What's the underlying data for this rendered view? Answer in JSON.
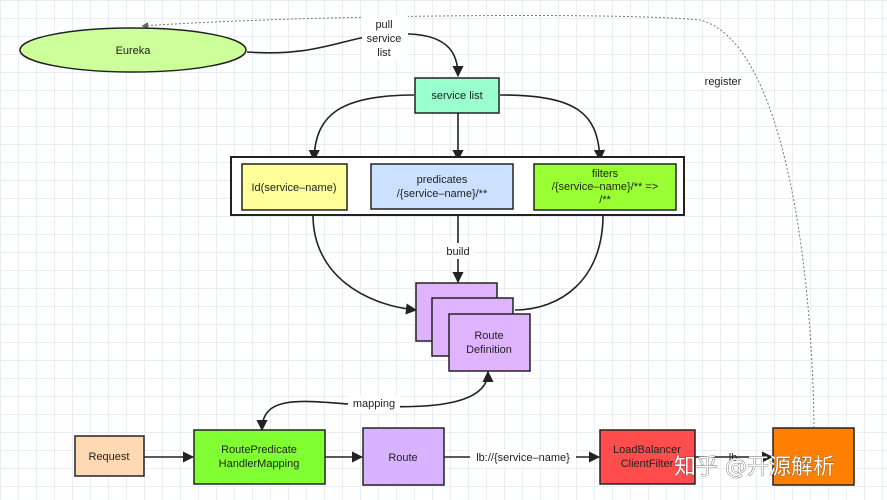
{
  "nodes": {
    "eureka": "Eureka",
    "service_list": "service list",
    "id_service": "Id(service–name)",
    "predicates": [
      "predicates",
      "/{service–name}/**"
    ],
    "filters": [
      "filters",
      "/{service–name}/** =>",
      "/**"
    ],
    "route_definition": [
      "Route",
      "Definition"
    ],
    "request": "Request",
    "handler_mapping": [
      "RoutePredicate",
      "HandlerMapping"
    ],
    "route": "Route",
    "load_balancer": [
      "LoadBalancer",
      "ClientFilter"
    ]
  },
  "edges": {
    "pull": [
      "pull",
      "service",
      "list"
    ],
    "register": "register",
    "build": "build",
    "mapping": "mapping",
    "lb_uri": "lb://{service–name}",
    "lb_short": "lb"
  },
  "watermark": "知乎 @开源解析",
  "colors": {
    "eureka": "#ccff99",
    "service_list": "#99ffcc",
    "id": "#ffff99",
    "predicates": "#cce0ff",
    "filters": "#99ff33",
    "route_def": "#e0b3ff",
    "request": "#ffd9b3",
    "handler_mapping": "#80ff33",
    "route": "#d9b3ff",
    "load_balancer": "#ff4d4d",
    "service_instance": "#ff8000"
  }
}
